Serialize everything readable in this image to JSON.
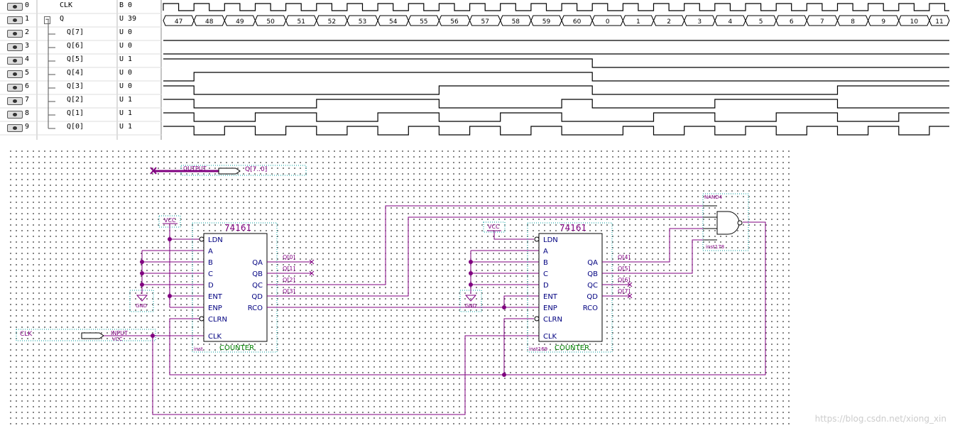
{
  "waveform": {
    "signals": [
      {
        "index": "0",
        "name": "CLK",
        "value": "B 0"
      },
      {
        "index": "1",
        "name": "Q",
        "value": "U 39"
      },
      {
        "index": "2",
        "name": "Q[7]",
        "value": "U 0"
      },
      {
        "index": "3",
        "name": "Q[6]",
        "value": "U 0"
      },
      {
        "index": "4",
        "name": "Q[5]",
        "value": "U 1"
      },
      {
        "index": "5",
        "name": "Q[4]",
        "value": "U 0"
      },
      {
        "index": "6",
        "name": "Q[3]",
        "value": "U 0"
      },
      {
        "index": "7",
        "name": "Q[2]",
        "value": "U 1"
      },
      {
        "index": "8",
        "name": "Q[1]",
        "value": "U 1"
      },
      {
        "index": "9",
        "name": "Q[0]",
        "value": "U 1"
      }
    ],
    "expand_symbol": "−",
    "bus_values": [
      "47",
      "48",
      "49",
      "50",
      "51",
      "52",
      "53",
      "54",
      "55",
      "56",
      "57",
      "58",
      "59",
      "60",
      "0",
      "1",
      "2",
      "3",
      "4",
      "5",
      "6",
      "7",
      "8",
      "9",
      "10",
      "11"
    ]
  },
  "schematic": {
    "output_port": {
      "label": "OUTPUT",
      "bus": "Q[7..0]"
    },
    "input_port": {
      "signal": "CLK",
      "label": "INPUT",
      "sub": "VCC"
    },
    "counter1": {
      "part": "74161",
      "type": "COUNTER",
      "inst": "inst",
      "inputs": [
        "LDN",
        "A",
        "B",
        "C",
        "D",
        "ENT",
        "ENP",
        "CLRN",
        "CLK"
      ],
      "outputs": [
        "QA",
        "QB",
        "QC",
        "QD",
        "RCO"
      ],
      "out_labels": [
        "Q[0]",
        "Q[1]",
        "Q[2]",
        "Q[3]"
      ]
    },
    "counter2": {
      "part": "74161",
      "type": "COUNTER",
      "inst": "inst169",
      "inputs": [
        "LDN",
        "A",
        "B",
        "C",
        "D",
        "ENT",
        "ENP",
        "CLRN",
        "CLK"
      ],
      "outputs": [
        "QA",
        "QB",
        "QC",
        "QD",
        "RCO"
      ],
      "out_labels": [
        "Q[4]",
        "Q[5]",
        "Q[6]",
        "Q[7]"
      ]
    },
    "nand": {
      "type": "NAND4",
      "inst": "inst178"
    },
    "vcc": "VCC",
    "gnd": "GND"
  },
  "watermark": "https://blog.csdn.net/xiong_xin"
}
